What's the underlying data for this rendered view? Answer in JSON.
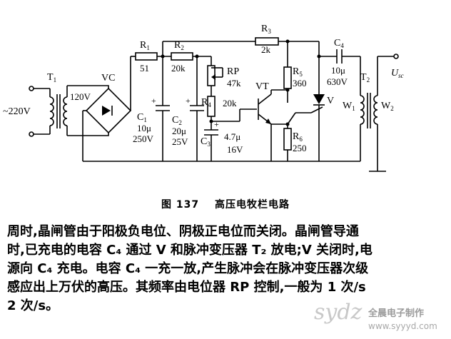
{
  "components": {
    "mains_voltage": "~220V",
    "t1_label": "T",
    "t1_sub": "1",
    "t1_secondary": "120V",
    "bridge_label": "VC",
    "r1": {
      "name": "R",
      "sub": "1",
      "value": "51"
    },
    "r2": {
      "name": "R",
      "sub": "2",
      "value": "20k"
    },
    "r3": {
      "name": "R",
      "sub": "3",
      "value": "2k"
    },
    "rp": {
      "name": "RP",
      "value": "47k"
    },
    "r4": {
      "name": "R",
      "sub": "4",
      "value": "20k"
    },
    "r5": {
      "name": "R",
      "sub": "5",
      "value": "360"
    },
    "r6": {
      "name": "R",
      "sub": "6",
      "value": "250"
    },
    "vt_label": "VT",
    "scr_label": "V",
    "c1": {
      "name": "C",
      "sub": "1",
      "value1": "10μ",
      "value2": "250V"
    },
    "c2": {
      "name": "C",
      "sub": "2",
      "value1": "20μ",
      "value2": "25V"
    },
    "c3": {
      "name": "C",
      "sub": "3",
      "value1": "4.7μ",
      "value2": "16V"
    },
    "c4": {
      "name": "C",
      "sub": "4",
      "value1": "10μ",
      "value2": "630V"
    },
    "t2_label": "T",
    "t2_sub": "2",
    "w1": {
      "name": "W",
      "sub": "1"
    },
    "w2": {
      "name": "W",
      "sub": "2"
    },
    "output": {
      "name": "U",
      "sub": "sc"
    },
    "plus": "+"
  },
  "caption": {
    "number": "图 137",
    "title": "高压电牧栏电路"
  },
  "body_lines": [
    "周时,晶闸管由于阳极负电位、阴极正电位而关闭。晶闸管导通",
    "时,已充电的电容 C₄ 通过 V 和脉冲变压器 T₂ 放电;V 关闭时,电",
    "源向 C₄ 充电。电容 C₄ 一充一放,产生脉冲会在脉冲变压器次级",
    "感应出上万伏的高压。其频率由电位器 RP 控制,一般为 1 次/s",
    "2 次/s。"
  ],
  "watermark": {
    "logo": "sydz",
    "name": "全晨电子制作",
    "url": "www.syyyd.com"
  }
}
